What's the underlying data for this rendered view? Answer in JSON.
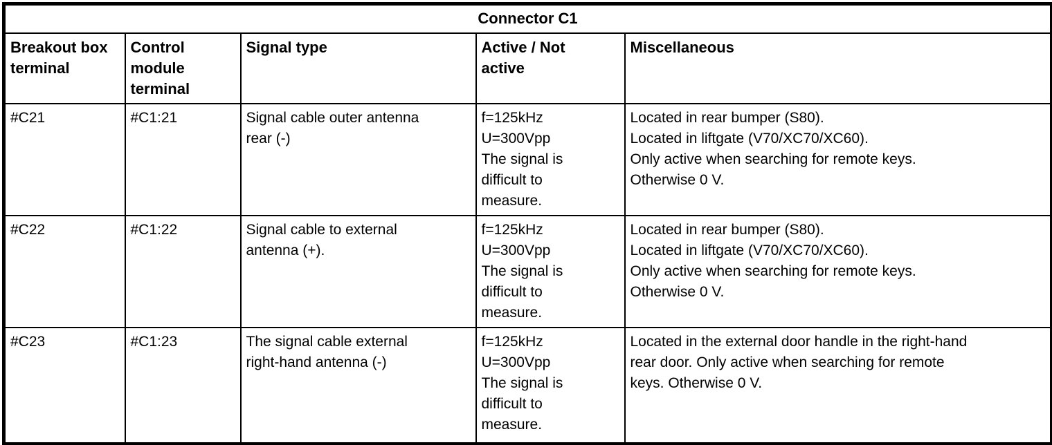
{
  "table": {
    "title": "Connector C1",
    "columns": [
      [
        "Breakout box",
        "terminal"
      ],
      [
        "Control",
        "module",
        "terminal"
      ],
      [
        "Signal type"
      ],
      [
        "Active / Not",
        "active"
      ],
      [
        "Miscellaneous"
      ]
    ],
    "rows": [
      {
        "breakout_box_terminal": "#C21",
        "control_module_terminal": "#C1:21",
        "signal_type": [
          "Signal cable outer antenna",
          "rear (-)"
        ],
        "active_not_active": [
          "f=125kHz",
          "U=300Vpp",
          "The signal is",
          "difficult to",
          "measure."
        ],
        "miscellaneous": [
          "Located in rear bumper (S80).",
          "Located in liftgate (V70/XC70/XC60).",
          "Only active when searching for remote keys.",
          "Otherwise 0 V."
        ]
      },
      {
        "breakout_box_terminal": "#C22",
        "control_module_terminal": "#C1:22",
        "signal_type": [
          "Signal cable to external",
          "antenna (+)."
        ],
        "active_not_active": [
          "f=125kHz",
          "U=300Vpp",
          "The signal is",
          "difficult to",
          "measure."
        ],
        "miscellaneous": [
          "Located in rear bumper (S80).",
          "Located in liftgate (V70/XC70/XC60).",
          "Only active when searching for remote keys.",
          "Otherwise 0 V."
        ]
      },
      {
        "breakout_box_terminal": "#C23",
        "control_module_terminal": "#C1:23",
        "signal_type": [
          "The signal cable external",
          "right-hand antenna (-)"
        ],
        "active_not_active": [
          "f=125kHz",
          "U=300Vpp",
          "The signal is",
          "difficult to",
          "measure."
        ],
        "miscellaneous": [
          "Located in the external door handle in the right-hand",
          "rear door. Only active when searching for remote",
          "keys. Otherwise 0 V."
        ]
      }
    ]
  }
}
